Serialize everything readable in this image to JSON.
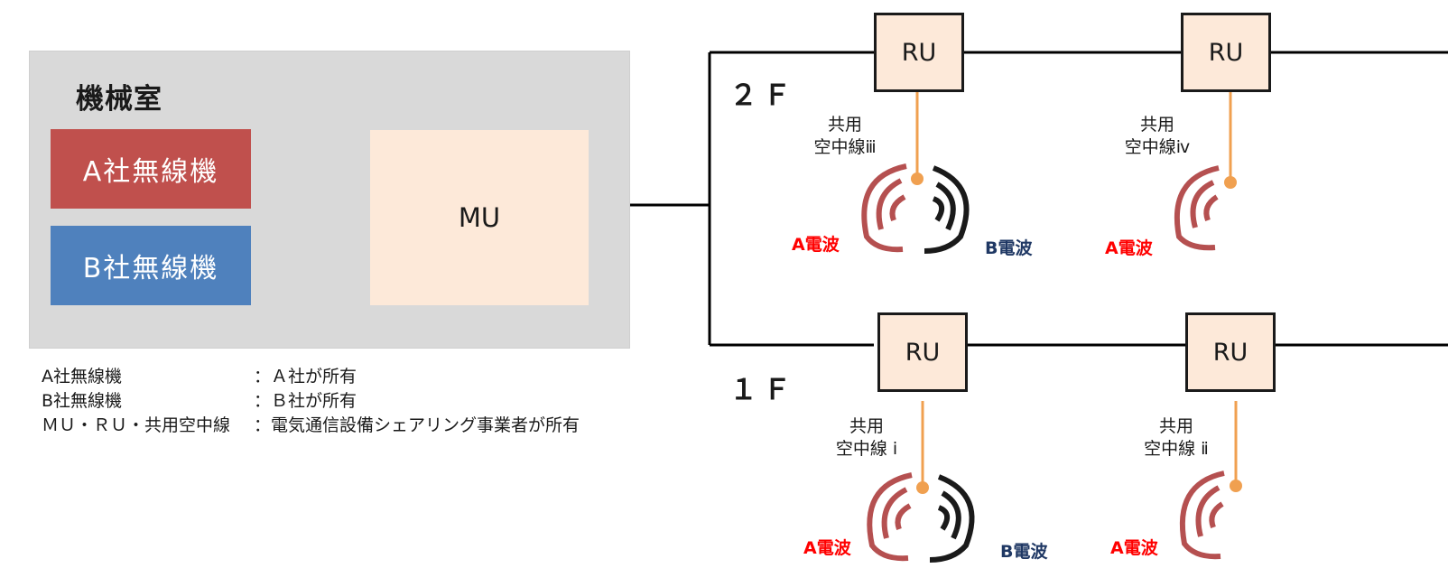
{
  "machine_room": {
    "title": "機械室",
    "a_radio": "A社無線機",
    "b_radio": "B社無線機",
    "mu": "MU"
  },
  "legend": [
    {
      "key": "A社無線機",
      "value": "：Ａ社が所有"
    },
    {
      "key": " B社無線機",
      "value": "：Ｂ社が所有"
    },
    {
      "key": "ＭＵ・ＲＵ・共用空中線",
      "value": "：電気通信設備シェアリング事業者が所有"
    }
  ],
  "floors": {
    "f2": "２Ｆ",
    "f1": "１Ｆ"
  },
  "ru_label": "RU",
  "antennas": {
    "iii": [
      "共用",
      "空中線ⅲ"
    ],
    "iv": [
      "共用",
      "空中線ⅳ"
    ],
    "i": [
      "共用",
      "空中線 ⅰ"
    ],
    "ii": [
      "共用",
      "空中線 ⅱ"
    ]
  },
  "waves": {
    "a": "A電波",
    "b": "B電波"
  },
  "colors": {
    "a_radio": "#c0504d",
    "b_radio": "#4f81bd",
    "unit_fill": "#fde9d9",
    "antenna_line": "#f0a050",
    "wave_a_arc": "#b55050",
    "wave_b_arc": "#1a1a1a",
    "wave_a_text": "#ff0000",
    "wave_b_text": "#1f3864"
  }
}
